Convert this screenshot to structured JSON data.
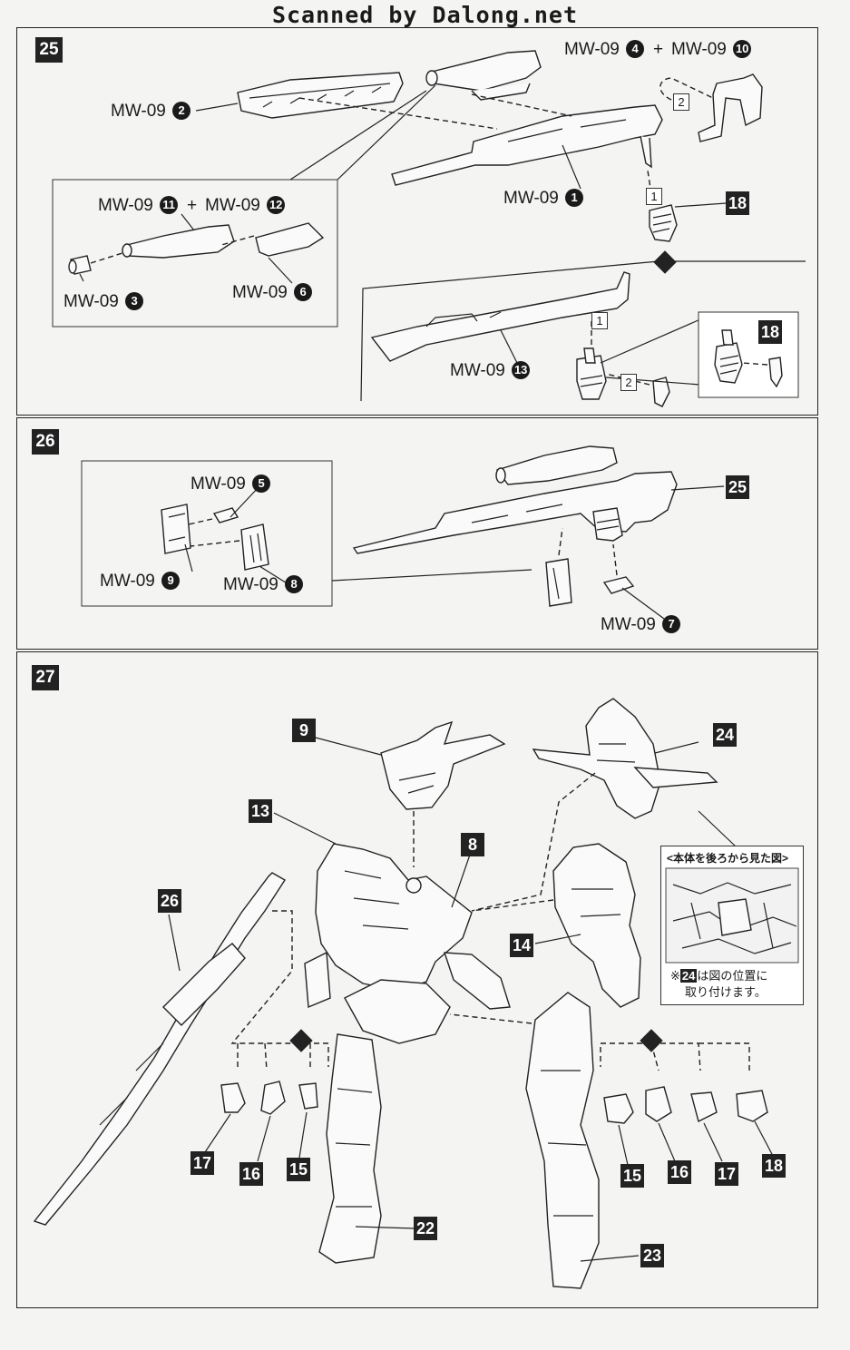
{
  "header": "Scanned by Dalong.net",
  "step25": {
    "number": "25",
    "labels": {
      "mw2": {
        "text": "MW-09",
        "num": "2"
      },
      "mw4": {
        "text": "MW-09",
        "num": "4"
      },
      "plus1": "+",
      "mw10": {
        "text": "MW-09",
        "num": "10"
      },
      "mw1": {
        "text": "MW-09",
        "num": "1"
      },
      "mw11": {
        "text": "MW-09",
        "num": "11"
      },
      "plus2": "+",
      "mw12": {
        "text": "MW-09",
        "num": "12"
      },
      "mw3": {
        "text": "MW-09",
        "num": "3"
      },
      "mw6": {
        "text": "MW-09",
        "num": "6"
      },
      "mw13": {
        "text": "MW-09",
        "num": "13"
      }
    },
    "tags": {
      "t18a": "18",
      "t18b": "18"
    },
    "orders": {
      "o2a": "2",
      "o1a": "1",
      "o1b": "1",
      "o2b": "2"
    }
  },
  "step26": {
    "number": "26",
    "labels": {
      "mw5": {
        "text": "MW-09",
        "num": "5"
      },
      "mw9": {
        "text": "MW-09",
        "num": "9"
      },
      "mw8": {
        "text": "MW-09",
        "num": "8"
      },
      "mw7": {
        "text": "MW-09",
        "num": "7"
      }
    },
    "tags": {
      "t25": "25"
    }
  },
  "step27": {
    "number": "27",
    "tags": {
      "t9": "9",
      "t24": "24",
      "t13": "13",
      "t8": "8",
      "t26": "26",
      "t14": "14",
      "t17a": "17",
      "t16a": "16",
      "t15a": "15",
      "t15b": "15",
      "t16b": "16",
      "t17b": "17",
      "t18": "18",
      "t22": "22",
      "t23": "23"
    },
    "note": {
      "title": "<本体を後ろから見た図>",
      "tag": "24",
      "line1": "は図の位置に",
      "line2": "取り付けます。",
      "mark": "※"
    }
  }
}
